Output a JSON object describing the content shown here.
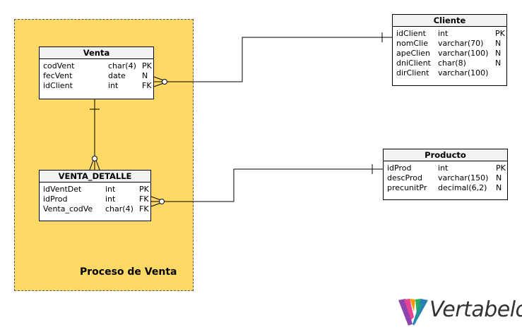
{
  "area": {
    "label": "Proceso de Venta"
  },
  "tables": {
    "venta": {
      "title": "Venta",
      "rows": [
        {
          "name": "codVent",
          "type": "char(4)",
          "key": "PK"
        },
        {
          "name": "fecVent",
          "type": "date",
          "key": "N"
        },
        {
          "name": "idClient",
          "type": "int",
          "key": "FK"
        }
      ]
    },
    "venta_detalle": {
      "title": "VENTA_DETALLE",
      "rows": [
        {
          "name": "idVentDet",
          "type": "int",
          "key": "PK"
        },
        {
          "name": "idProd",
          "type": "int",
          "key": "FK"
        },
        {
          "name": "Venta_codVe",
          "type": "char(4)",
          "key": "FK"
        }
      ]
    },
    "cliente": {
      "title": "Cliente",
      "rows": [
        {
          "name": "idClient",
          "type": "int",
          "key": "PK"
        },
        {
          "name": "nomClie",
          "type": "varchar(70)",
          "key": "N"
        },
        {
          "name": "apeClien",
          "type": "varchar(100)",
          "key": "N"
        },
        {
          "name": "dniClient",
          "type": "char(8)",
          "key": "N"
        },
        {
          "name": "dirClient",
          "type": "varchar(100)",
          "key": ""
        }
      ]
    },
    "producto": {
      "title": "Producto",
      "rows": [
        {
          "name": "idProd",
          "type": "int",
          "key": "PK"
        },
        {
          "name": "descProd",
          "type": "varchar(150)",
          "key": "N"
        },
        {
          "name": "precunitPr",
          "type": "decimal(6,2)",
          "key": "N"
        }
      ]
    }
  },
  "logo": {
    "text": "Vertabelo"
  }
}
